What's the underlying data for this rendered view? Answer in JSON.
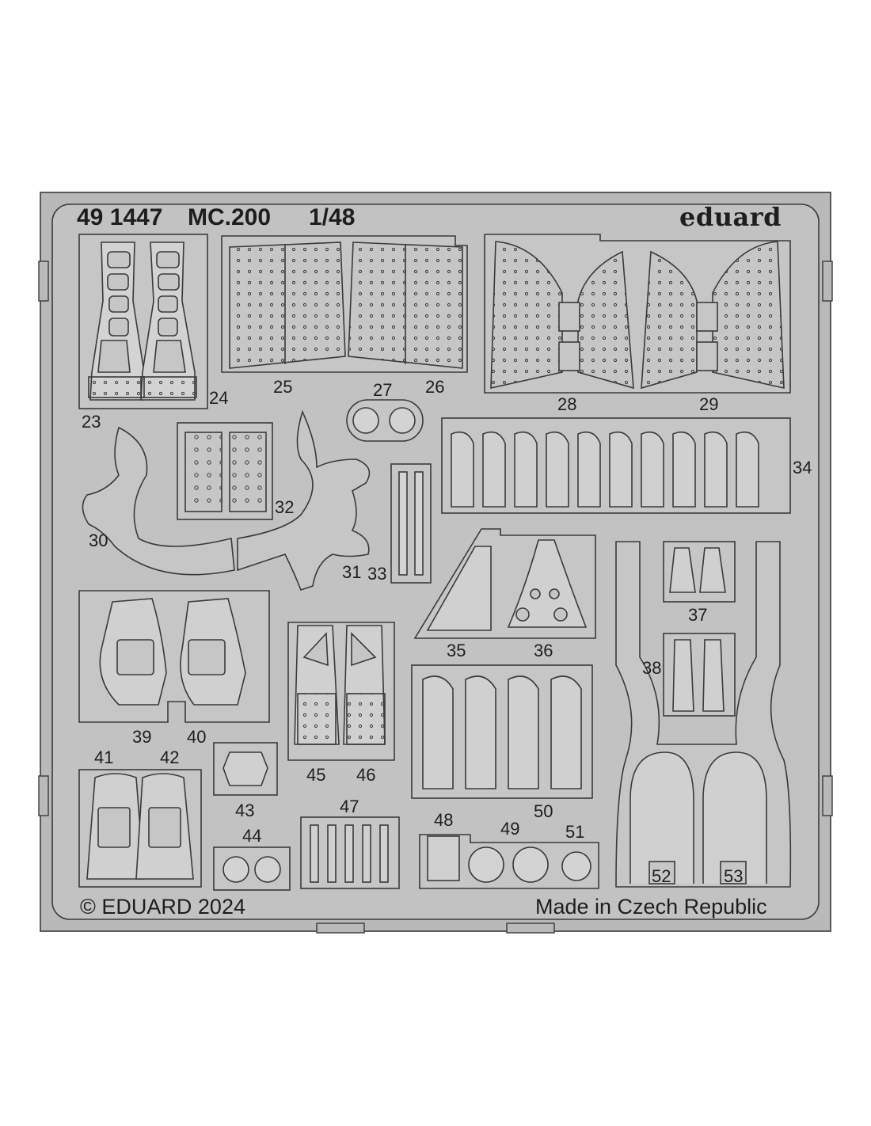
{
  "header": {
    "code": "49 1447",
    "model": "MC.200",
    "scale": "1/48",
    "brand": "eduard"
  },
  "footer": {
    "copyright": "© EDUARD 2024",
    "origin": "Made in Czech Republic"
  },
  "part_labels": {
    "p23": "23",
    "p24": "24",
    "p25": "25",
    "p26": "26",
    "p27": "27",
    "p28": "28",
    "p29": "29",
    "p30": "30",
    "p31": "31",
    "p32": "32",
    "p33": "33",
    "p34": "34",
    "p35": "35",
    "p36": "36",
    "p37": "37",
    "p38": "38",
    "p39": "39",
    "p40": "40",
    "p41": "41",
    "p42": "42",
    "p43": "43",
    "p44": "44",
    "p45": "45",
    "p46": "46",
    "p47": "47",
    "p48": "48",
    "p49": "49",
    "p50": "50",
    "p51": "51",
    "p52": "52",
    "p53": "53"
  },
  "colors": {
    "sheet": "#b9b9b9",
    "part": "#c6c6c6",
    "line": "#3a3a3a"
  }
}
